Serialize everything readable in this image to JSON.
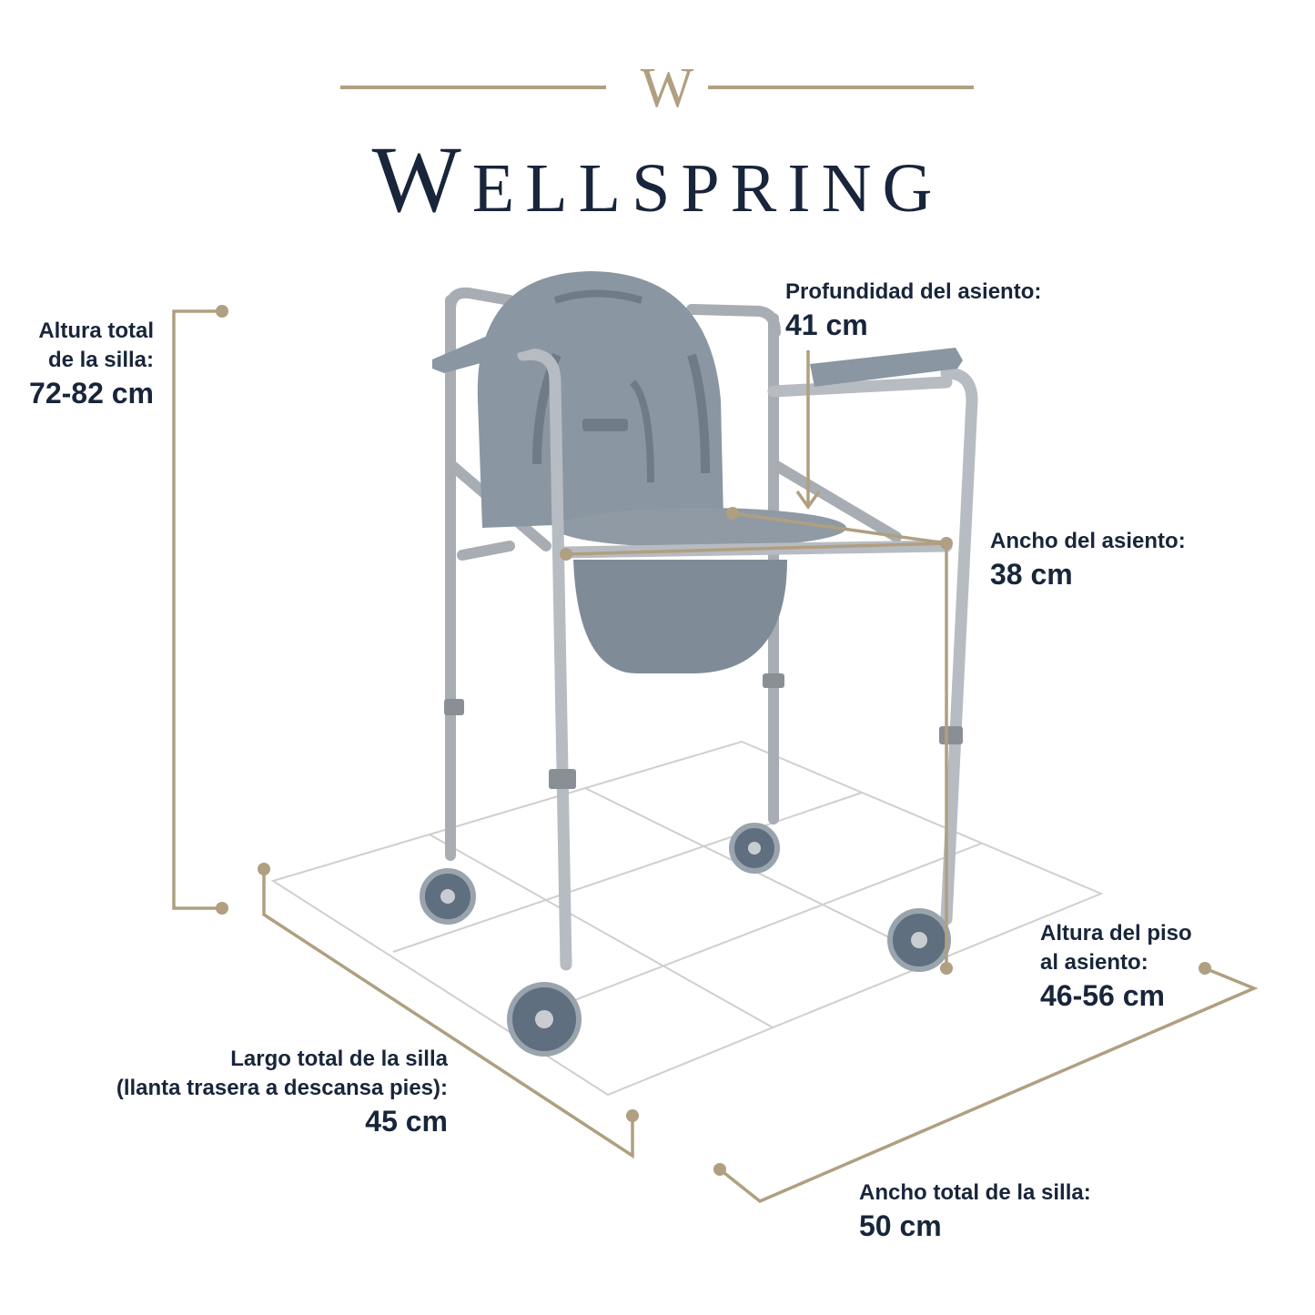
{
  "brand": {
    "monogram": "W",
    "name_first": "W",
    "name_rest": "ELLSPRING"
  },
  "colors": {
    "navy": "#18253a",
    "gold": "#b09f80",
    "seat": "#7f8c98"
  },
  "dimensions": {
    "total_height": {
      "label_lines": [
        "Altura total",
        "de la silla:"
      ],
      "value": "72-82 cm"
    },
    "seat_depth": {
      "label_lines": [
        "Profundidad del asiento:"
      ],
      "value": "41 cm"
    },
    "seat_width": {
      "label_lines": [
        "Ancho del asiento:"
      ],
      "value": "38 cm"
    },
    "floor_to_seat": {
      "label_lines": [
        "Altura del piso",
        "al asiento:"
      ],
      "value": "46-56 cm"
    },
    "total_length": {
      "label_lines": [
        "Largo total de la silla",
        "(llanta trasera a descansa pies):"
      ],
      "value": "45 cm"
    },
    "total_width": {
      "label_lines": [
        "Ancho total de la silla:"
      ],
      "value": "50 cm"
    }
  }
}
